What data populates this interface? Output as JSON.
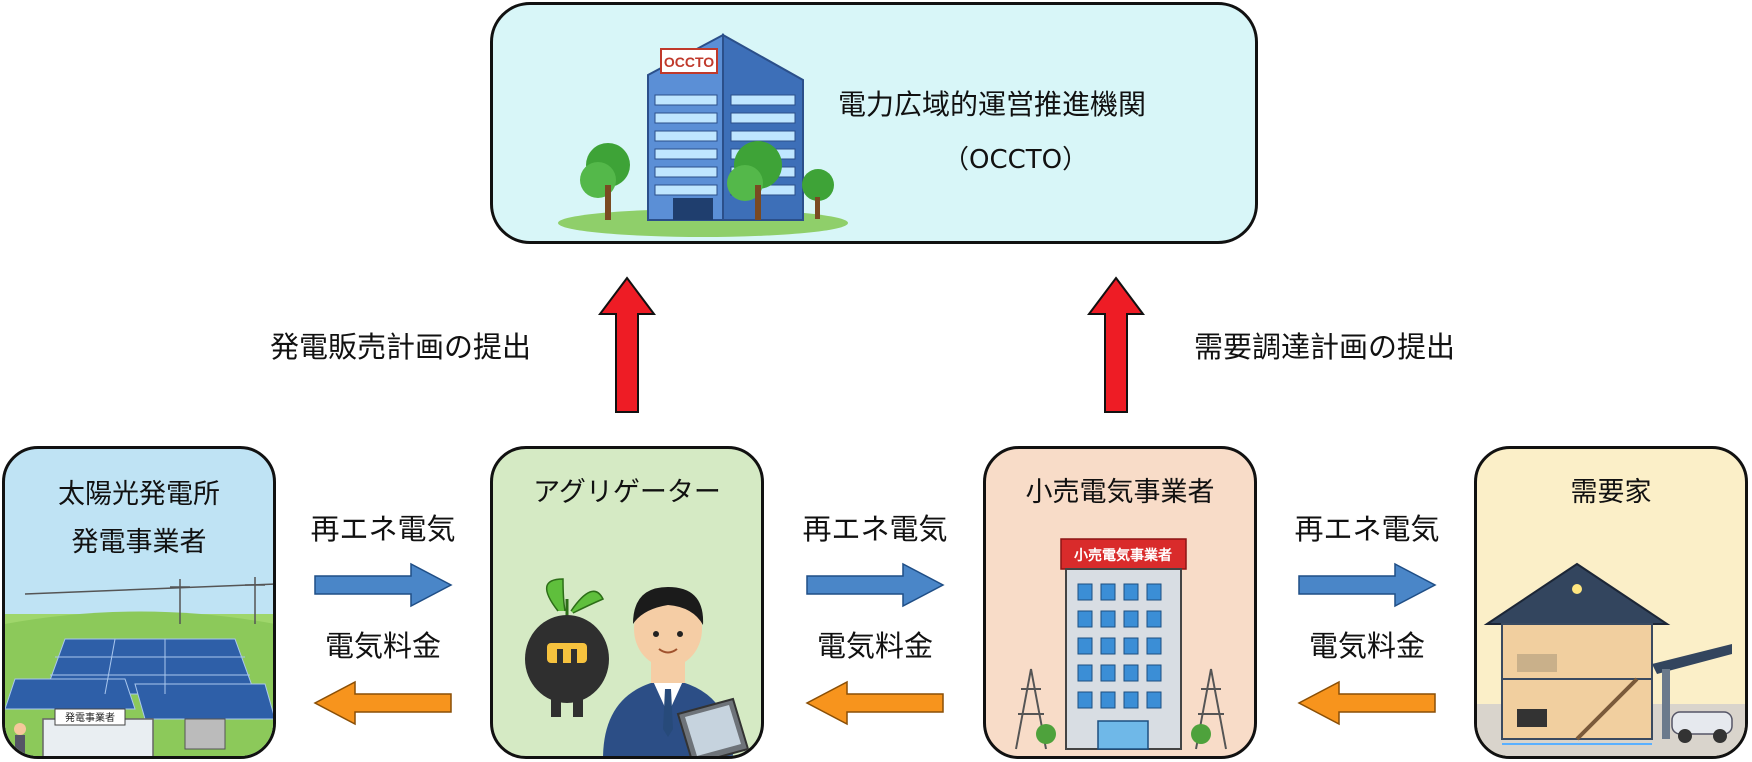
{
  "occto": {
    "name": "電力広域的運営推進機関",
    "abbr": "（OCCTO）",
    "sign": "OCCTO"
  },
  "plans": {
    "generation": "発電販売計画の提出",
    "demand": "需要調達計画の提出"
  },
  "actors": {
    "solar": {
      "line1": "太陽光発電所",
      "line2": "発電事業者",
      "sign": "発電事業者"
    },
    "aggregator": {
      "name": "アグリゲーター"
    },
    "retailer": {
      "name": "小売電気事業者",
      "sign": "小売電気事業者"
    },
    "consumer": {
      "name": "需要家"
    }
  },
  "flows": [
    {
      "forward": "再エネ電気",
      "backward": "電気料金"
    },
    {
      "forward": "再エネ電気",
      "backward": "電気料金"
    },
    {
      "forward": "再エネ電気",
      "backward": "電気料金"
    }
  ],
  "colors": {
    "up_arrow": "#ee1c25",
    "forward_arrow": "#4a86c8",
    "backward_arrow": "#f7941d",
    "occto_bg": "#d8f6f8",
    "solar_bg": "#bfe3f4",
    "aggregator_bg": "#d5eac4",
    "retailer_bg": "#f8dcc8",
    "consumer_bg": "#fbefc8"
  }
}
